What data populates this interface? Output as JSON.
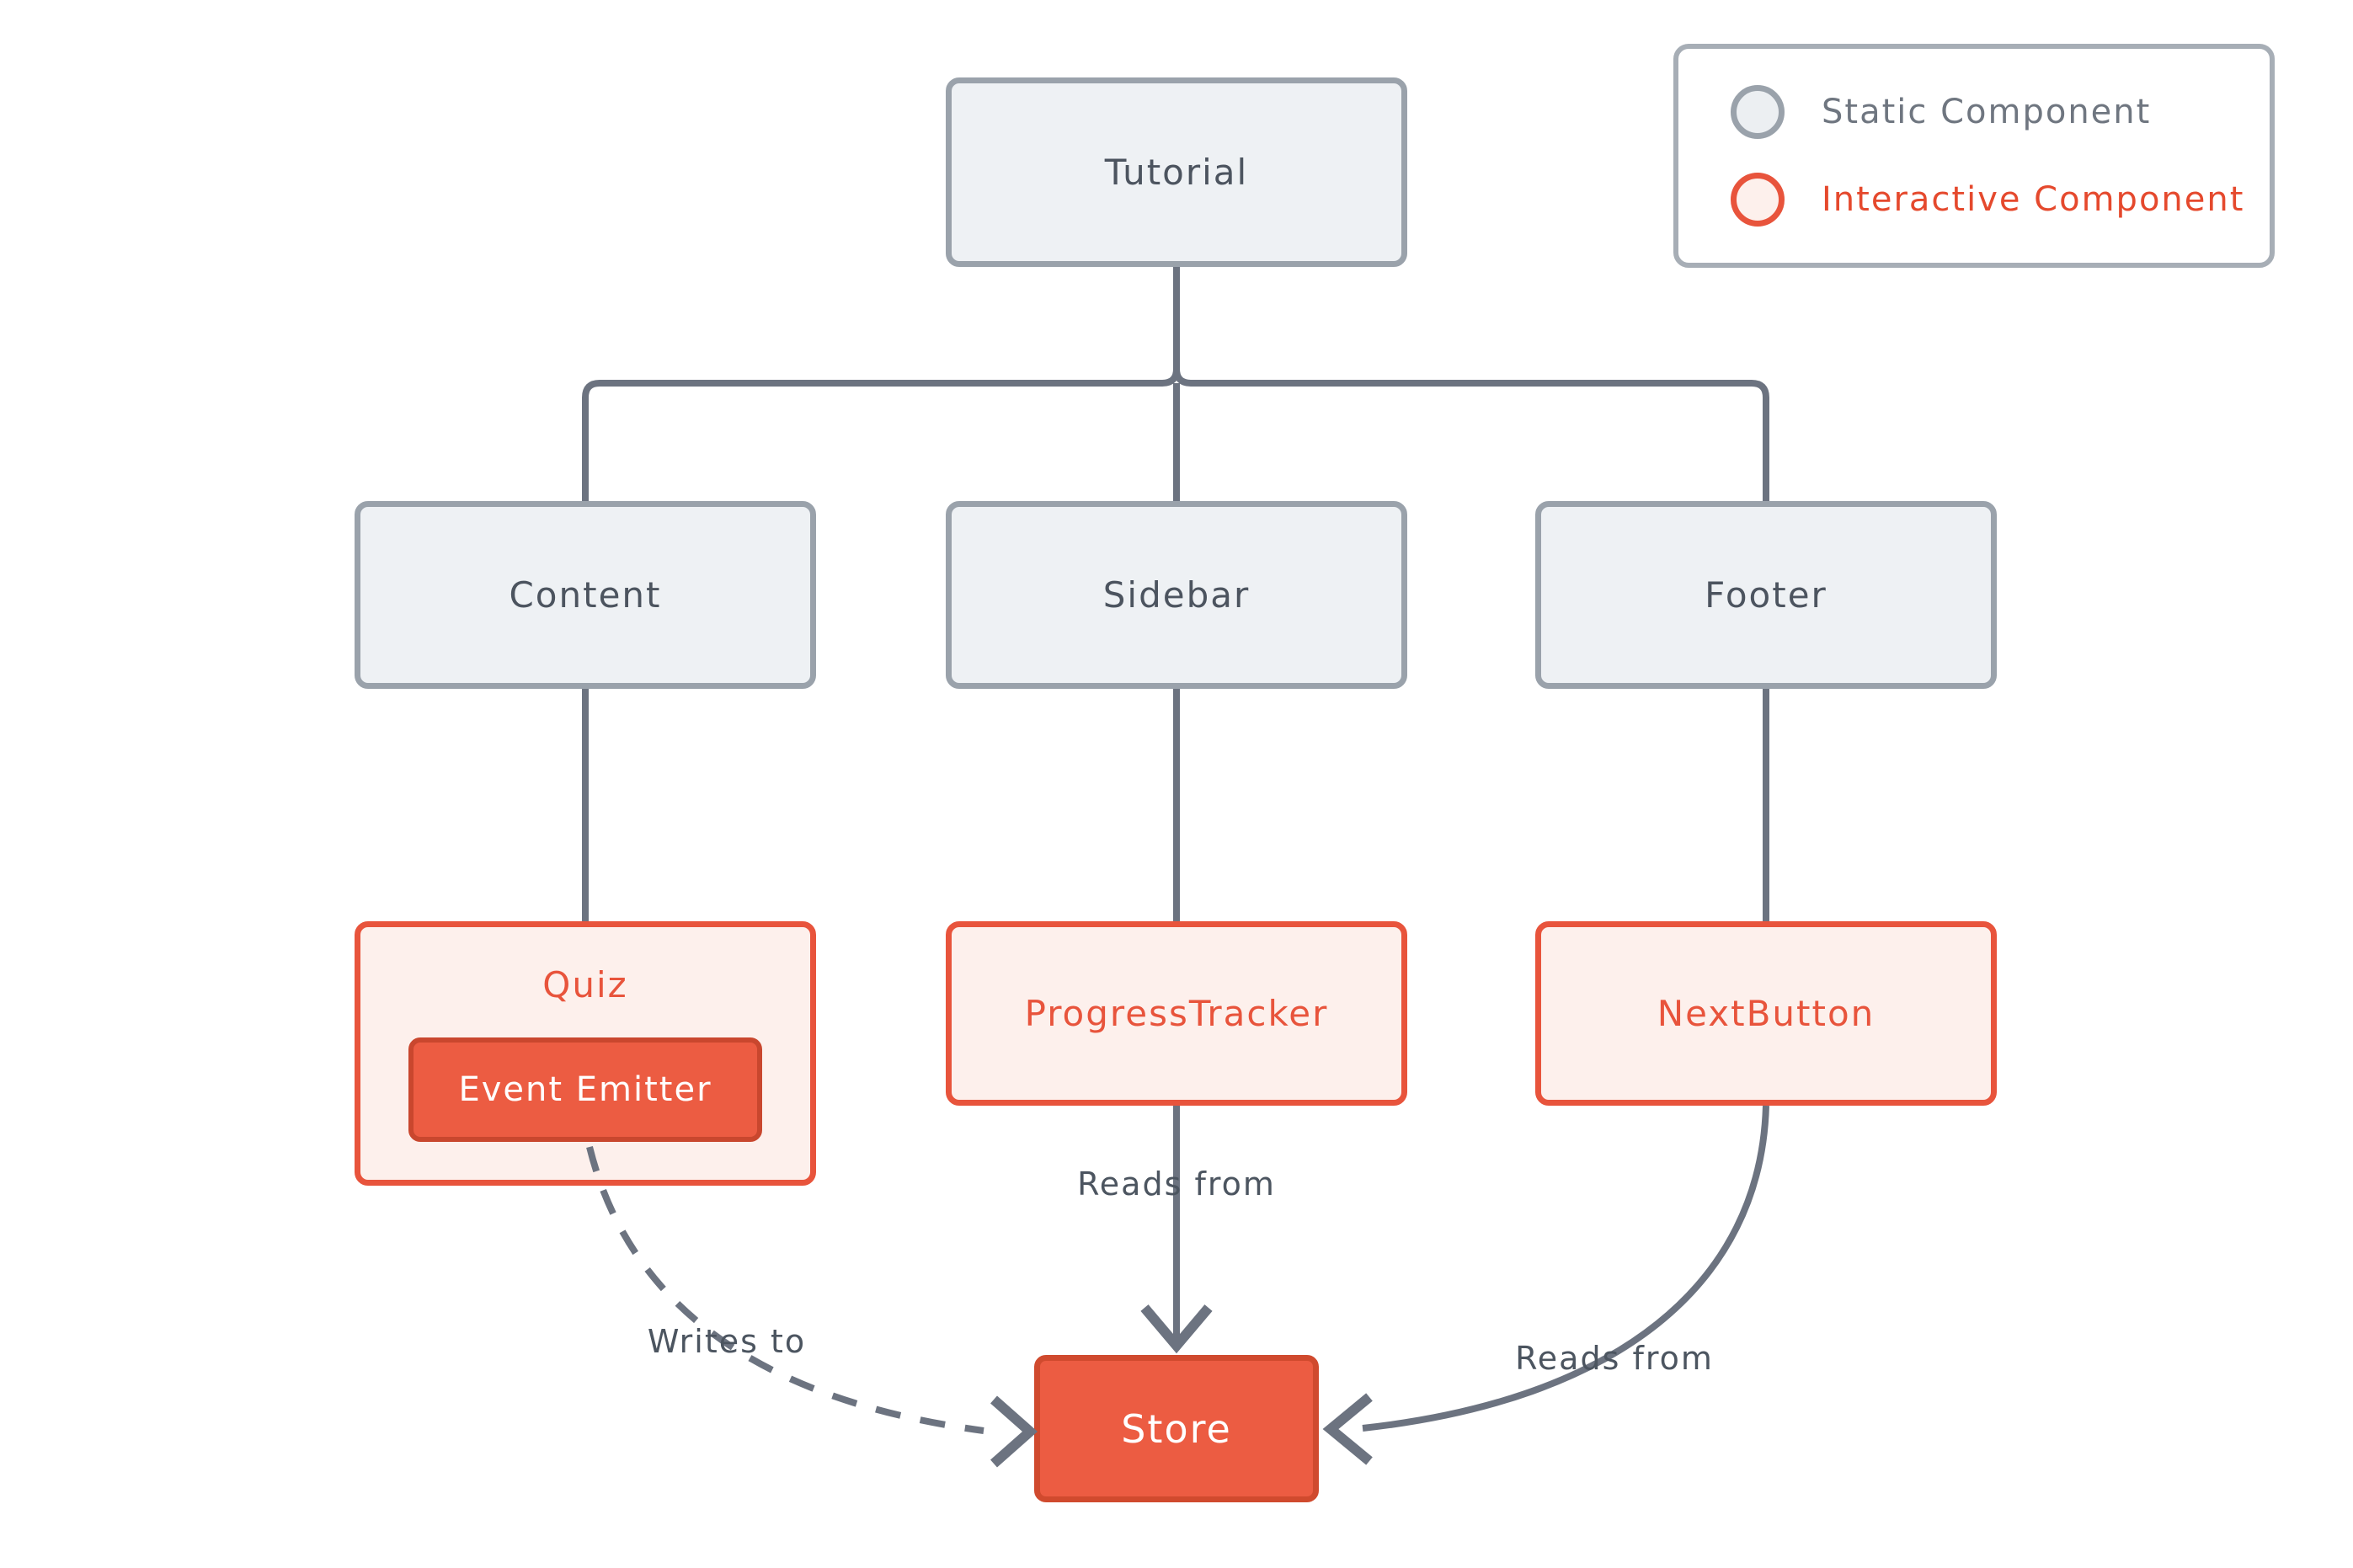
{
  "canvas": {
    "background": "#ffffff"
  },
  "legend": {
    "items": [
      {
        "id": "static",
        "label": "Static Component"
      },
      {
        "id": "interactive",
        "label": "Interactive Component"
      }
    ]
  },
  "nodes": {
    "tutorial": {
      "label": "Tutorial",
      "type": "static"
    },
    "content": {
      "label": "Content",
      "type": "static"
    },
    "sidebar": {
      "label": "Sidebar",
      "type": "static"
    },
    "footer": {
      "label": "Footer",
      "type": "static"
    },
    "quiz": {
      "label": "Quiz",
      "type": "interactive"
    },
    "event_emitter": {
      "label": "Event Emitter",
      "type": "interactive-solid"
    },
    "progress_tracker": {
      "label": "ProgressTracker",
      "type": "interactive"
    },
    "next_button": {
      "label": "NextButton",
      "type": "interactive"
    },
    "store": {
      "label": "Store",
      "type": "interactive-solid"
    }
  },
  "edge_labels": {
    "progress_to_store": "Reads from",
    "emitter_to_store": "Writes to",
    "next_to_store": "Reads from"
  },
  "colors": {
    "static_fill": "#eef1f4",
    "static_border": "#9aa2ab",
    "static_text": "#4c545f",
    "interactive_fill": "#fdf0ec",
    "interactive_border": "#e8543c",
    "interactive_text": "#e8543c",
    "solid_fill": "#ec5c42",
    "solid_border": "#d04a2e",
    "solid_text": "#ffffff",
    "connector": "#6c7380",
    "edge_label_text": "#4c5560",
    "legend_static_text": "#6f7680",
    "legend_interactive_text": "#e5492d"
  }
}
